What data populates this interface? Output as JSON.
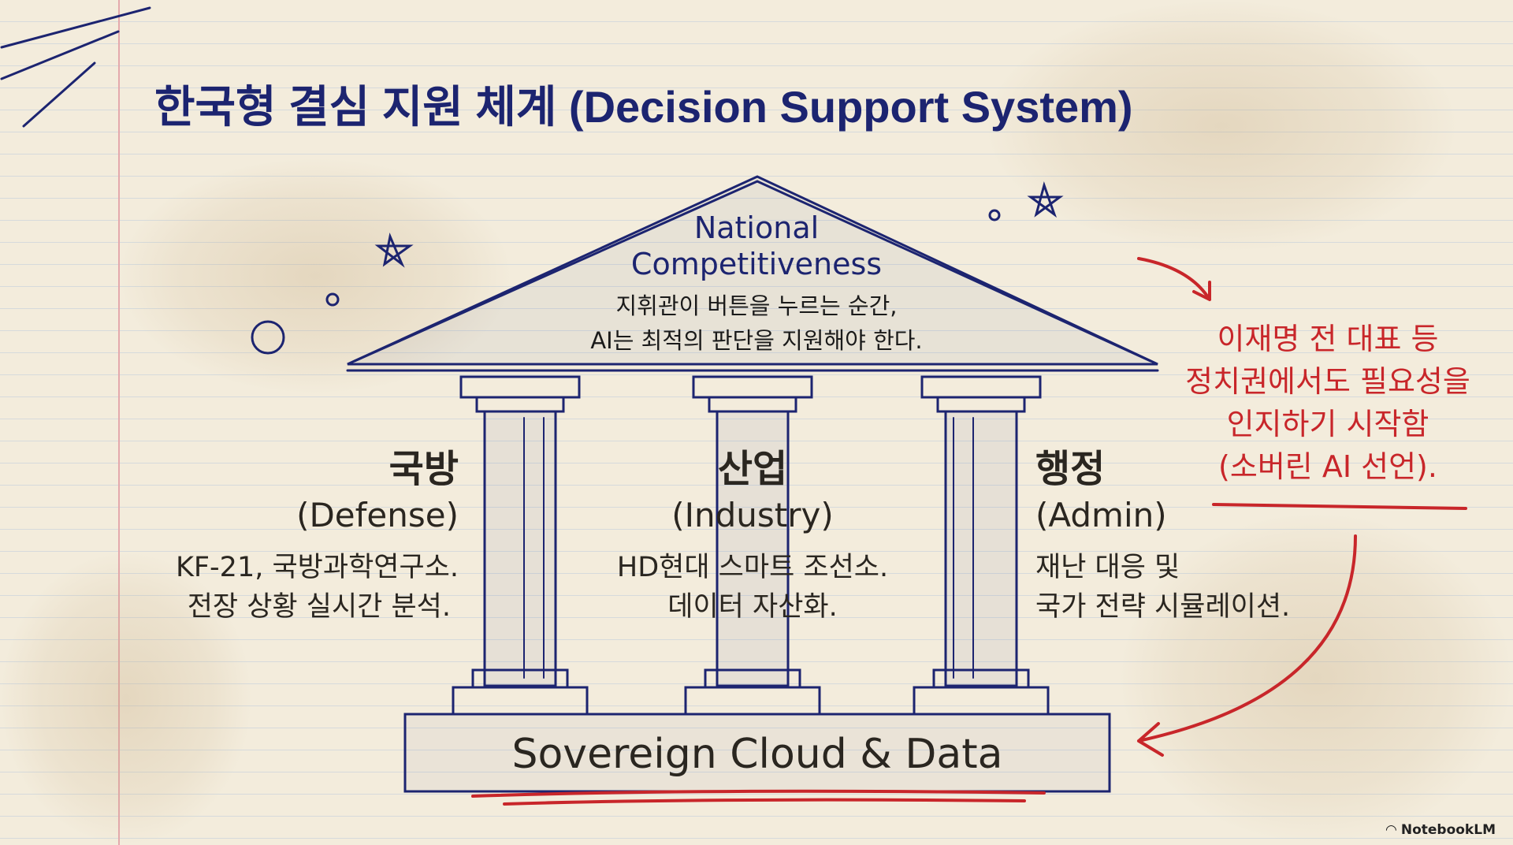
{
  "title": "한국형 결심 지원 체계 (Decision Support System)",
  "roof": {
    "heading_line1": "National",
    "heading_line2": "Competitiveness",
    "text_line1": "지휘관이 버튼을 누르는 순간,",
    "text_line2": "AI는 최적의 판단을 지원해야 한다."
  },
  "pillars": [
    {
      "title": "국방",
      "subtitle": "(Defense)",
      "line1": "KF-21, 국방과학연구소.",
      "line2": "전장 상황 실시간 분석."
    },
    {
      "title": "산업",
      "subtitle": "(Industry)",
      "line1": "HD현대 스마트 조선소.",
      "line2": "데이터 자산화."
    },
    {
      "title": "행정",
      "subtitle": "(Admin)",
      "line1": "재난 대응 및",
      "line2": "국가 전략 시뮬레이션."
    }
  ],
  "foundation": "Sovereign Cloud & Data",
  "annotation": [
    "이재명 전 대표 등",
    "정치권에서도 필요성을",
    "인지하기 시작함",
    "(소버린 AI 선언)."
  ],
  "watermark": "NotebookLM",
  "colors": {
    "ink": "#1c2470",
    "red": "#c8262a",
    "paper": "#f3ecdc"
  }
}
